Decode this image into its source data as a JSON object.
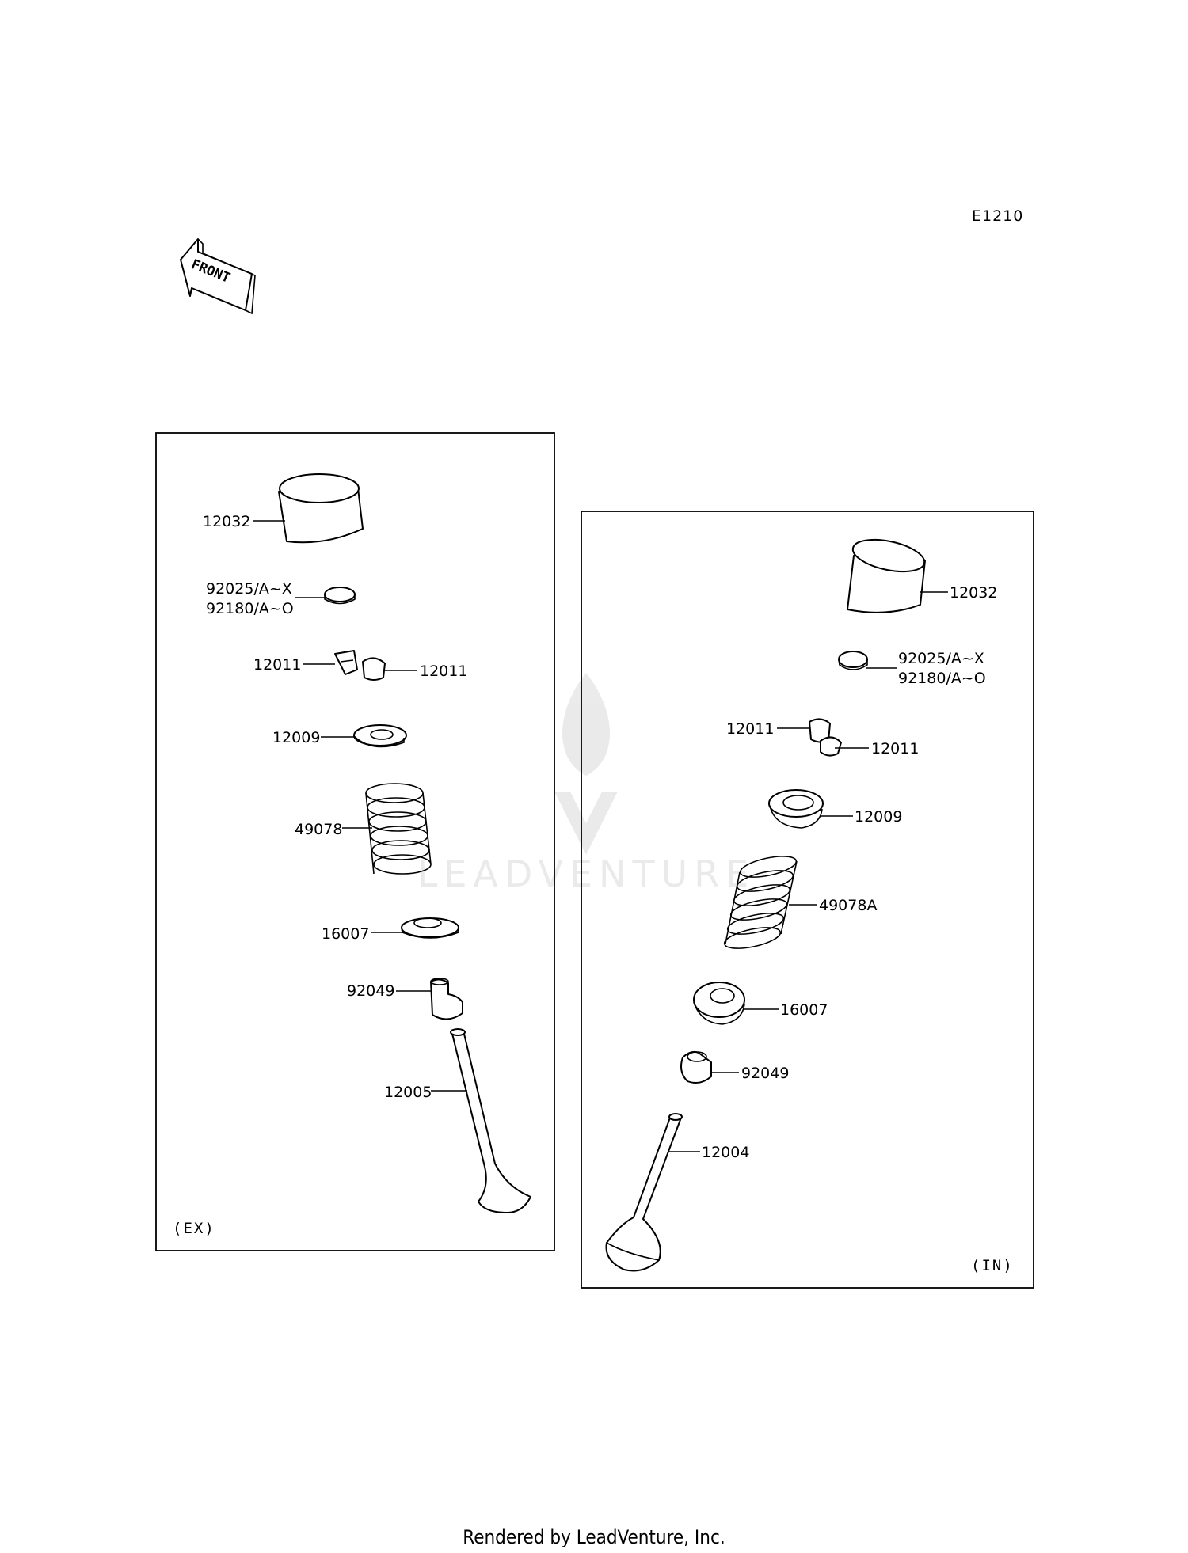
{
  "diagram_code": "E1210",
  "front_label": "FRONT",
  "footer": "Rendered by LeadVenture, Inc.",
  "watermark": "LEADVENTURE",
  "exhaust_panel": {
    "section_label": "(EX)",
    "parts": {
      "tappet": "12032",
      "shim_a": "92025/A~X",
      "shim_b": "92180/A~O",
      "cotter_left": "12011",
      "cotter_right": "12011",
      "retainer": "12009",
      "spring": "49078",
      "spring_seat": "16007",
      "stem_seal": "92049",
      "valve": "12005"
    }
  },
  "intake_panel": {
    "section_label": "(IN)",
    "parts": {
      "tappet": "12032",
      "shim_a": "92025/A~X",
      "shim_b": "92180/A~O",
      "cotter_left": "12011",
      "cotter_right": "12011",
      "retainer": "12009",
      "spring": "49078A",
      "spring_seat": "16007",
      "stem_seal": "92049",
      "valve": "12004"
    }
  }
}
